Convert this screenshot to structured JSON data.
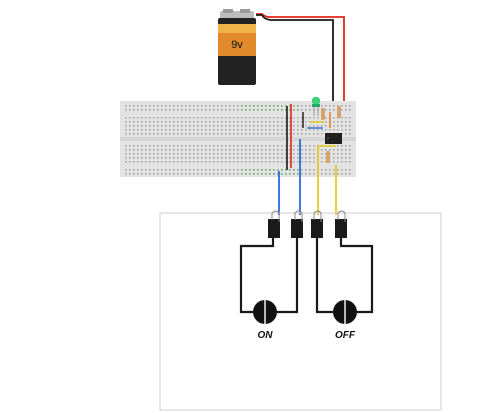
{
  "battery": {
    "label": "9v",
    "colors": {
      "body": "#222222",
      "label": "#e08a2c",
      "cap": "#c8c8c8"
    }
  },
  "buttons": [
    {
      "label": "ON"
    },
    {
      "label": "OFF"
    }
  ],
  "wire_colors": {
    "red": "#e0261b",
    "black": "#1a1a1a",
    "blue": "#2a6ad6",
    "yellow": "#e8c81c",
    "green_led": "#3fd07a"
  },
  "breadboard": {
    "color": "#e3e3e3"
  }
}
